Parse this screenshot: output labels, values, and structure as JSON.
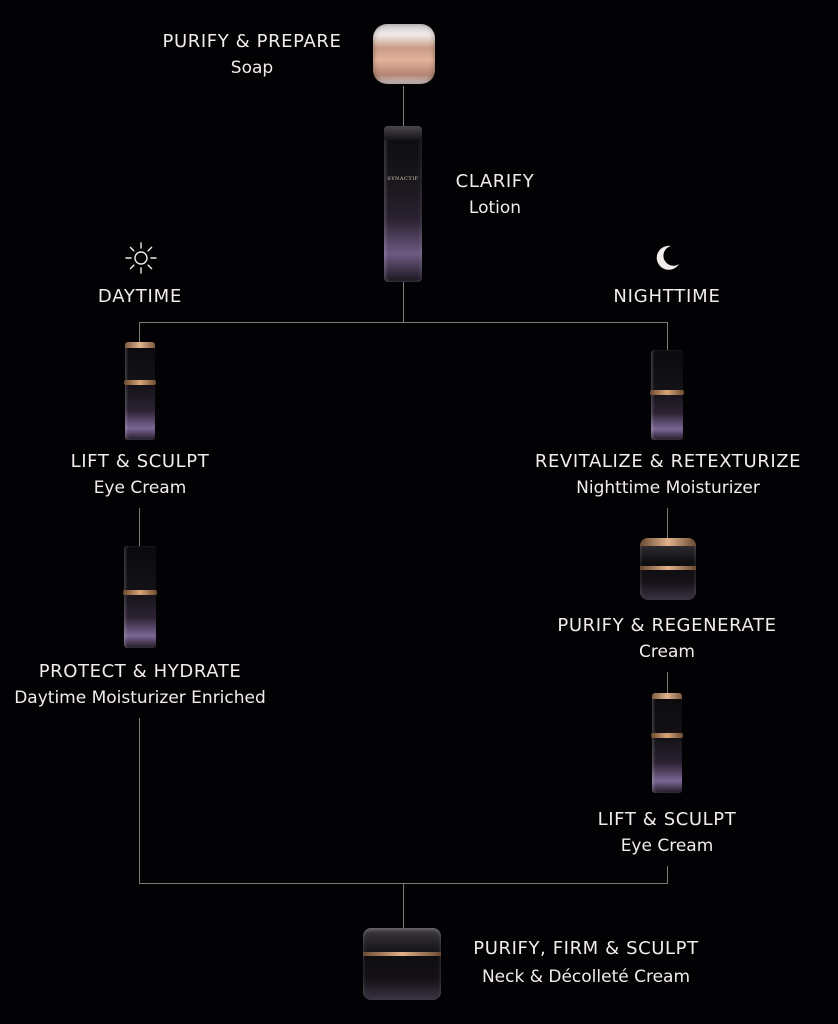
{
  "top": {
    "soap": {
      "step": "PURIFY & PREPARE",
      "product": "Soap"
    },
    "lotion": {
      "step": "CLARIFY",
      "product": "Lotion"
    }
  },
  "daytime": {
    "heading": "DAYTIME",
    "icon": "sun-icon",
    "items": [
      {
        "step": "LIFT & SCULPT",
        "product": "Eye Cream"
      },
      {
        "step": "PROTECT & HYDRATE",
        "product": "Daytime Moisturizer Enriched"
      }
    ]
  },
  "nighttime": {
    "heading": "NIGHTTIME",
    "icon": "moon-icon",
    "items": [
      {
        "step": "REVITALIZE & RETEXTURIZE",
        "product": "Nighttime Moisturizer"
      },
      {
        "step": "PURIFY & REGENERATE",
        "product": "Cream"
      },
      {
        "step": "LIFT & SCULPT",
        "product": "Eye Cream"
      }
    ]
  },
  "final": {
    "step": "PURIFY, FIRM & SCULPT",
    "product": "Neck & Décolleté Cream"
  },
  "bottle_brand": "SYNACTIF",
  "colors": {
    "background": "#020103",
    "line": "#7d7779",
    "text": "#f2ecea",
    "gold": "#d9a579"
  }
}
